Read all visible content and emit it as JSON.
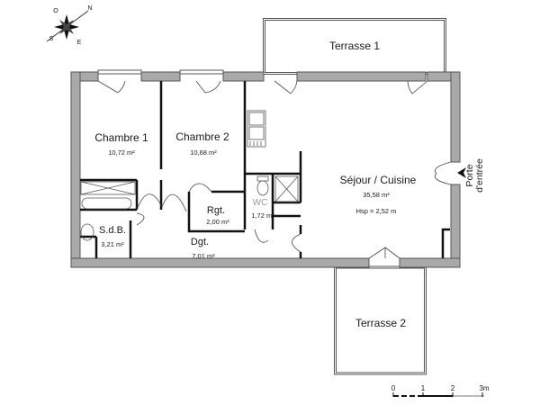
{
  "compass": {
    "labels": {
      "north": "N",
      "south": "S",
      "east": "E",
      "west": "O"
    }
  },
  "rooms": [
    {
      "id": "chambre1",
      "name": "Chambre 1",
      "area": "10,72 m²"
    },
    {
      "id": "chambre2",
      "name": "Chambre 2",
      "area": "10,68 m²"
    },
    {
      "id": "sejour",
      "name": "Séjour / Cuisine",
      "area": "35,58 m²",
      "height": "Hsp = 2,52 m"
    },
    {
      "id": "rgt",
      "name": "Rgt.",
      "area": "2,00 m²"
    },
    {
      "id": "wc",
      "name": "WC",
      "area": "1,72 m²"
    },
    {
      "id": "sdb",
      "name": "S.d.B.",
      "area": "3,21 m²"
    },
    {
      "id": "dgt",
      "name": "Dgt.",
      "area": "7,01 m²"
    }
  ],
  "terraces": [
    {
      "id": "terrasse1",
      "name": "Terrasse 1"
    },
    {
      "id": "terrasse2",
      "name": "Terrasse 2"
    }
  ],
  "entrance": {
    "label_line1": "Porte",
    "label_line2": "d'entrée"
  },
  "scale_bar": {
    "ticks": [
      "0",
      "1",
      "2",
      "3m"
    ]
  },
  "colors": {
    "wall_fill": "#a9a9a9",
    "wall_stroke": "#555555",
    "partition": "#111111",
    "background": "#ffffff"
  }
}
